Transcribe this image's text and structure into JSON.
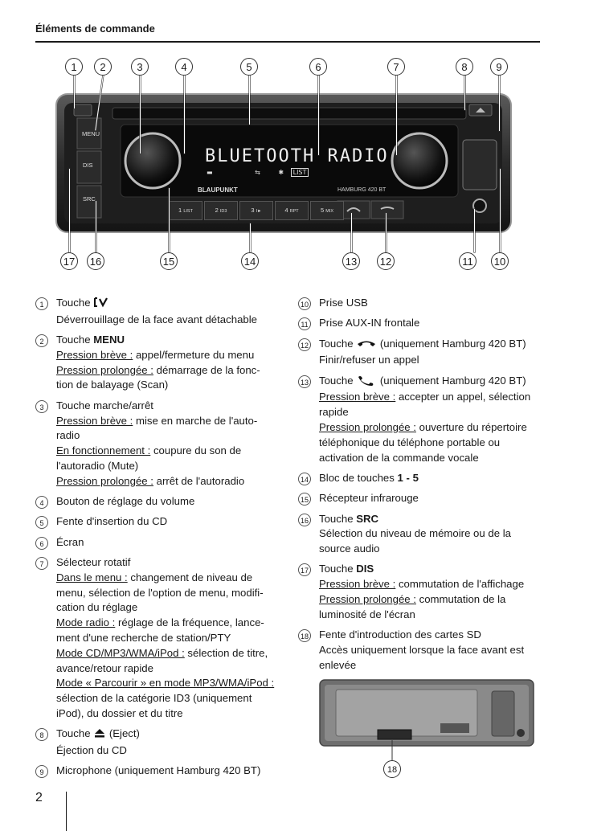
{
  "header": {
    "title": "Éléments de commande"
  },
  "device": {
    "display_text": "BLUETOOTH RADIO",
    "brand": "BLAUPUNKT",
    "model": "HAMBURG 420 BT",
    "buttons": {
      "menu": "MENU",
      "dis": "DIS",
      "src": "SRC"
    },
    "preset_keys": [
      {
        "num": "1",
        "sub": "LIST"
      },
      {
        "num": "2",
        "sub": "ID3"
      },
      {
        "num": "3",
        "sub": "I►"
      },
      {
        "num": "4",
        "sub": "RPT"
      },
      {
        "num": "5",
        "sub": "MIX"
      }
    ],
    "display_icons": {
      "list": "LIST"
    }
  },
  "callouts_top": [
    "1",
    "2",
    "3",
    "4",
    "5",
    "6",
    "7",
    "8",
    "9"
  ],
  "callouts_bottom": [
    "17",
    "16",
    "15",
    "14",
    "13",
    "12",
    "11",
    "10"
  ],
  "left_items": [
    {
      "n": "1",
      "lines": [
        [
          {
            "t": "Touche "
          },
          {
            "icon": "release-icon"
          }
        ],
        [
          {
            "t": "Déverrouillage de la face avant détachable"
          }
        ]
      ]
    },
    {
      "n": "2",
      "lines": [
        [
          {
            "t": "Touche "
          },
          {
            "t": "MENU",
            "b": true
          }
        ],
        [
          {
            "t": "Pression brève :",
            "u": true
          },
          {
            "t": " appel/fermeture du menu"
          }
        ],
        [
          {
            "t": "Pression prolongée :",
            "u": true
          },
          {
            "t": " démarrage de la fonc-"
          }
        ],
        [
          {
            "t": "tion de balayage (Scan)"
          }
        ]
      ]
    },
    {
      "n": "3",
      "lines": [
        [
          {
            "t": "Touche marche/arrêt"
          }
        ],
        [
          {
            "t": "Pression brève :",
            "u": true
          },
          {
            "t": " mise en marche de l'auto-"
          }
        ],
        [
          {
            "t": "radio"
          }
        ],
        [
          {
            "t": "En fonctionnement :",
            "u": true
          },
          {
            "t": " coupure du son de"
          }
        ],
        [
          {
            "t": "l'autoradio (Mute)"
          }
        ],
        [
          {
            "t": "Pression prolongée :",
            "u": true
          },
          {
            "t": " arrêt de l'autoradio"
          }
        ]
      ]
    },
    {
      "n": "4",
      "lines": [
        [
          {
            "t": "Bouton de réglage du volume"
          }
        ]
      ]
    },
    {
      "n": "5",
      "lines": [
        [
          {
            "t": "Fente d'insertion du CD"
          }
        ]
      ]
    },
    {
      "n": "6",
      "lines": [
        [
          {
            "t": "Écran"
          }
        ]
      ]
    },
    {
      "n": "7",
      "lines": [
        [
          {
            "t": "Sélecteur rotatif"
          }
        ],
        [
          {
            "t": "Dans le menu :",
            "u": true
          },
          {
            "t": " changement de niveau de"
          }
        ],
        [
          {
            "t": "menu, sélection de l'option de menu, modifi-"
          }
        ],
        [
          {
            "t": "cation du réglage"
          }
        ],
        [
          {
            "t": "Mode radio :",
            "u": true
          },
          {
            "t": " réglage de la fréquence, lance-"
          }
        ],
        [
          {
            "t": "ment d'une recherche de station/PTY"
          }
        ],
        [
          {
            "t": "Mode CD/MP3/WMA/iPod :",
            "u": true
          },
          {
            "t": " sélection de titre,"
          }
        ],
        [
          {
            "t": "avance/retour rapide"
          }
        ],
        [
          {
            "t": "Mode « Parcourir » en mode MP3/WMA/iPod :",
            "u": true
          }
        ],
        [
          {
            "t": "sélection de la catégorie ID3 (uniquement"
          }
        ],
        [
          {
            "t": "iPod), du dossier et du titre"
          }
        ]
      ]
    },
    {
      "n": "8",
      "lines": [
        [
          {
            "t": "Touche "
          },
          {
            "icon": "eject-icon"
          },
          {
            "t": " (Eject)"
          }
        ],
        [
          {
            "t": "Éjection du CD"
          }
        ]
      ]
    },
    {
      "n": "9",
      "lines": [
        [
          {
            "t": "Microphone (uniquement Hamburg 420 BT)"
          }
        ]
      ]
    }
  ],
  "right_items": [
    {
      "n": "10",
      "lines": [
        [
          {
            "t": "Prise USB"
          }
        ]
      ]
    },
    {
      "n": "11",
      "lines": [
        [
          {
            "t": "Prise AUX-IN frontale"
          }
        ]
      ]
    },
    {
      "n": "12",
      "lines": [
        [
          {
            "t": "Touche "
          },
          {
            "icon": "hangup-icon"
          },
          {
            "t": " (uniquement Hamburg 420 BT)"
          }
        ],
        [
          {
            "t": "Finir/refuser un appel"
          }
        ]
      ]
    },
    {
      "n": "13",
      "lines": [
        [
          {
            "t": "Touche "
          },
          {
            "icon": "phone-icon"
          },
          {
            "t": " (uniquement Hamburg 420 BT)"
          }
        ],
        [
          {
            "t": "Pression brève :",
            "u": true
          },
          {
            "t": " accepter un appel, sélection"
          }
        ],
        [
          {
            "t": "rapide"
          }
        ],
        [
          {
            "t": "Pression prolongée :",
            "u": true
          },
          {
            "t": " ouverture du répertoire"
          }
        ],
        [
          {
            "t": "téléphonique du téléphone portable ou"
          }
        ],
        [
          {
            "t": "activation de la commande vocale"
          }
        ]
      ]
    },
    {
      "n": "14",
      "lines": [
        [
          {
            "t": "Bloc de touches "
          },
          {
            "t": "1 - 5",
            "b": true
          }
        ]
      ]
    },
    {
      "n": "15",
      "lines": [
        [
          {
            "t": "Récepteur infrarouge"
          }
        ]
      ]
    },
    {
      "n": "16",
      "lines": [
        [
          {
            "t": "Touche "
          },
          {
            "t": "SRC",
            "b": true
          }
        ],
        [
          {
            "t": "Sélection du niveau de mémoire ou de la"
          }
        ],
        [
          {
            "t": "source audio"
          }
        ]
      ]
    },
    {
      "n": "17",
      "lines": [
        [
          {
            "t": "Touche "
          },
          {
            "t": "DIS",
            "b": true
          }
        ],
        [
          {
            "t": "Pression brève :",
            "u": true
          },
          {
            "t": " commutation de l'affichage"
          }
        ],
        [
          {
            "t": "Pression prolongée :",
            "u": true
          },
          {
            "t": " commutation de la"
          }
        ],
        [
          {
            "t": "luminosité de l'écran"
          }
        ]
      ]
    },
    {
      "n": "18",
      "lines": [
        [
          {
            "t": "Fente d'introduction des cartes SD"
          }
        ],
        [
          {
            "t": "Accès uniquement lorsque la face avant est"
          }
        ],
        [
          {
            "t": "enlevée"
          }
        ]
      ]
    }
  ],
  "sd_image": {
    "callout": "18"
  },
  "footer": {
    "page": "2"
  }
}
